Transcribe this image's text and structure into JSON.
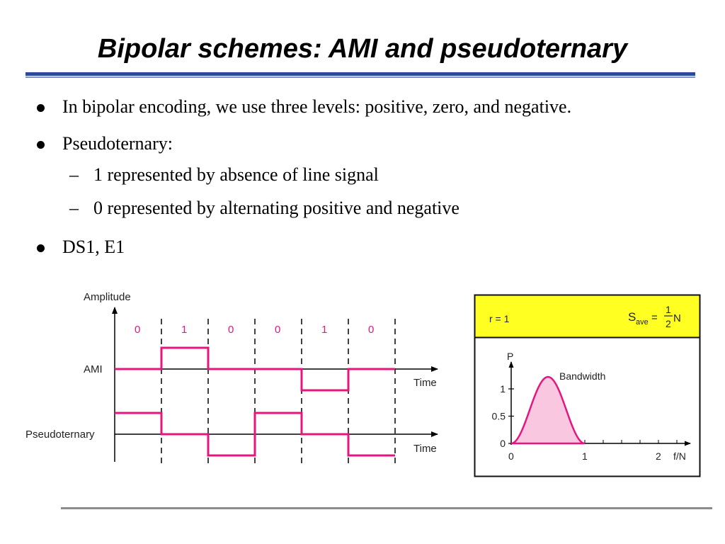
{
  "slide": {
    "title": "Bipolar schemes: AMI and pseudoternary",
    "bullets": [
      {
        "text": "In bipolar encoding, we use three levels: positive, zero, and negative."
      },
      {
        "text": "Pseudoternary:",
        "subitems": [
          "1 represented by absence of line signal",
          "0 represented by alternating positive and negative"
        ]
      },
      {
        "text": "DS1, E1"
      }
    ],
    "colors": {
      "title_rule": "#2b4a9e",
      "signal": "#e3177f",
      "header_bg": "#ffff22",
      "spectrum_fill": "#f9c7e0",
      "rule_gray": "#8c8c8c"
    }
  },
  "waveform": {
    "y_axis_label": "Amplitude",
    "bits": [
      "0",
      "1",
      "0",
      "0",
      "1",
      "0"
    ],
    "ami": {
      "label": "AMI",
      "levels": [
        0,
        1,
        0,
        0,
        -1,
        0
      ],
      "time_label": "Time"
    },
    "pseudoternary": {
      "label": "Pseudoternary",
      "levels": [
        1,
        0,
        -1,
        1,
        0,
        -1
      ],
      "time_label": "Time"
    }
  },
  "spectrum": {
    "r_label": "r = 1",
    "s_ave_label": {
      "s": "S",
      "sub": "ave",
      "eq": "=",
      "num": "1",
      "den": "2",
      "n": "N"
    },
    "y_axis_label": "P",
    "y_ticks": [
      "1",
      "0.5",
      "0"
    ],
    "x_ticks": [
      "0",
      "1",
      "2"
    ],
    "x_axis_label": "f/N",
    "annotation": "Bandwidth"
  }
}
